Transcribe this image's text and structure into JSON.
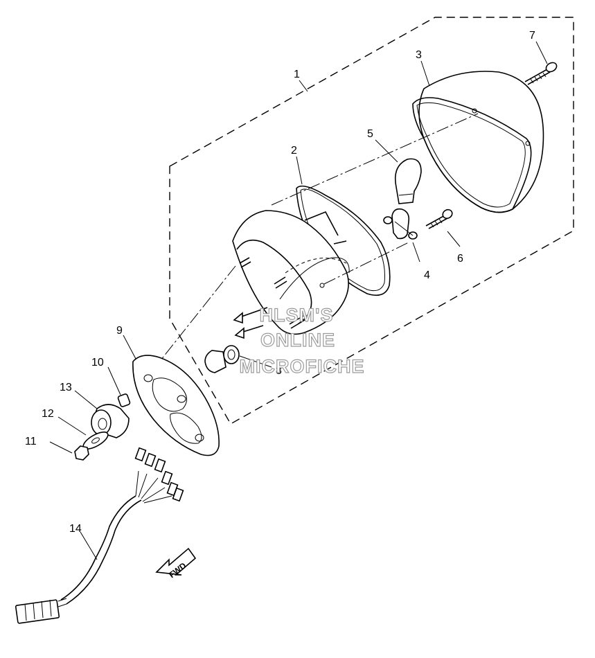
{
  "diagram": {
    "part_callouts": [
      "1",
      "2",
      "3",
      "4",
      "5",
      "6",
      "7",
      "8",
      "9",
      "10",
      "11",
      "12",
      "13",
      "14"
    ],
    "watermark_lines": [
      "HLSM'S",
      "ONLINE",
      "MICROFICHE"
    ],
    "direction_label": "FWD"
  }
}
